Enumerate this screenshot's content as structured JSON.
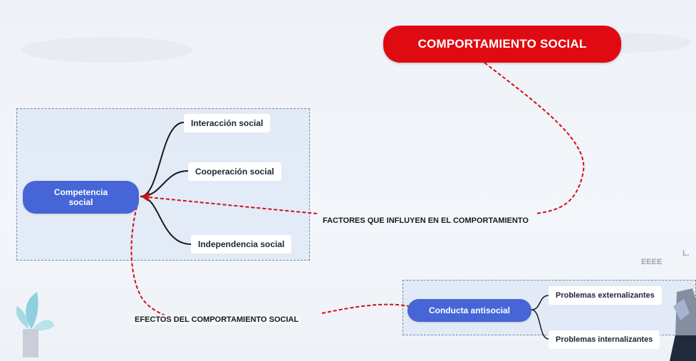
{
  "diagram": {
    "root": "COMPORTAMIENTO SOCIAL",
    "relation_left": "FACTORES QUE INFLUYEN EN EL COMPORTAMIENTO",
    "relation_bottom": "EFECTOS DEL COMPORTAMIENTO SOCIAL",
    "group_left": {
      "node": "Competencia social",
      "children": [
        "Interacción social",
        "Cooperación social",
        "Independencia social"
      ]
    },
    "group_right": {
      "node": "Conducta antisocial",
      "children": [
        "Problemas externalizantes",
        "Problemas internalizantes"
      ]
    }
  },
  "colors": {
    "root": "#e00b12",
    "node": "#4665d6",
    "dashed_link": "#d01018",
    "group_fill": "#d6e2f4"
  },
  "decor": {
    "corner_text_1": "EEEE",
    "corner_text_2": "L."
  }
}
